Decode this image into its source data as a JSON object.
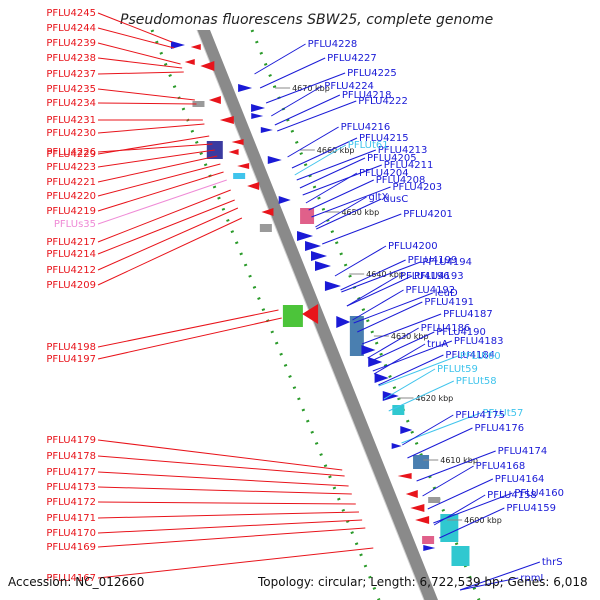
{
  "title": "Pseudomonas fluorescens SBW25, complete genome",
  "accession": "Accession: NC_012660",
  "summary": "Topology: circular; Length: 6,722,539 bp; Genes: 6,018",
  "colors": {
    "reverse_strand": "#e8141b",
    "forward_strand": "#1a1ad6",
    "rna": "#40c4ec",
    "srna": "#ef8ad6",
    "axis": "#888888",
    "dots": "#2a9a2a"
  },
  "ticks": [
    "4670 kbp",
    "4660 kbp",
    "4650 kbp",
    "4640 kbp",
    "4630 kbp",
    "4620 kbp",
    "4610 kbp",
    "4600 kbp"
  ],
  "left_labels": [
    {
      "text": "PFLU4245",
      "kind": "reverse"
    },
    {
      "text": "PFLU4244",
      "kind": "reverse"
    },
    {
      "text": "PFLU4239",
      "kind": "reverse"
    },
    {
      "text": "PFLU4238",
      "kind": "reverse"
    },
    {
      "text": "PFLU4237",
      "kind": "reverse"
    },
    {
      "text": "PFLU4235",
      "kind": "reverse"
    },
    {
      "text": "PFLU4234",
      "kind": "reverse"
    },
    {
      "text": "PFLU4231",
      "kind": "reverse"
    },
    {
      "text": "PFLU4230",
      "kind": "reverse"
    },
    {
      "text": "PFLU4229",
      "kind": "reverse"
    },
    {
      "text": "PFLU4226",
      "kind": "reverse"
    },
    {
      "text": "PFLU4223",
      "kind": "reverse"
    },
    {
      "text": "PFLU4221",
      "kind": "reverse"
    },
    {
      "text": "PFLU4220",
      "kind": "reverse"
    },
    {
      "text": "PFLU4219",
      "kind": "reverse"
    },
    {
      "text": "PFLUs35",
      "kind": "srna"
    },
    {
      "text": "PFLU4217",
      "kind": "reverse"
    },
    {
      "text": "PFLU4214",
      "kind": "reverse"
    },
    {
      "text": "PFLU4212",
      "kind": "reverse"
    },
    {
      "text": "PFLU4209",
      "kind": "reverse"
    },
    {
      "text": "PFLU4198",
      "kind": "reverse"
    },
    {
      "text": "PFLU4197",
      "kind": "reverse"
    },
    {
      "text": "PFLU4179",
      "kind": "reverse"
    },
    {
      "text": "PFLU4178",
      "kind": "reverse"
    },
    {
      "text": "PFLU4177",
      "kind": "reverse"
    },
    {
      "text": "PFLU4173",
      "kind": "reverse"
    },
    {
      "text": "PFLU4172",
      "kind": "reverse"
    },
    {
      "text": "PFLU4171",
      "kind": "reverse"
    },
    {
      "text": "PFLU4170",
      "kind": "reverse"
    },
    {
      "text": "PFLU4169",
      "kind": "reverse"
    },
    {
      "text": "PFLU4167",
      "kind": "reverse"
    }
  ],
  "right_labels": [
    {
      "text": "PFLU4228",
      "kind": "forward"
    },
    {
      "text": "PFLU4227",
      "kind": "forward"
    },
    {
      "text": "PFLU4225",
      "kind": "forward"
    },
    {
      "text": "PFLU4224",
      "kind": "forward"
    },
    {
      "text": "PFLU4218",
      "kind": "forward"
    },
    {
      "text": "PFLU4222",
      "kind": "forward"
    },
    {
      "text": "PFLU4216",
      "kind": "forward"
    },
    {
      "text": "PFLU4215",
      "kind": "forward"
    },
    {
      "text": "PFLU4213",
      "kind": "forward"
    },
    {
      "text": "PFLUt61",
      "kind": "rna"
    },
    {
      "text": "PFLU4205",
      "kind": "forward"
    },
    {
      "text": "PFLU4211",
      "kind": "forward"
    },
    {
      "text": "PFLU4204",
      "kind": "forward"
    },
    {
      "text": "PFLU4208",
      "kind": "forward"
    },
    {
      "text": "PFLU4203",
      "kind": "forward"
    },
    {
      "text": "gltX",
      "kind": "forward"
    },
    {
      "text": "dusC",
      "kind": "forward"
    },
    {
      "text": "PFLU4201",
      "kind": "forward"
    },
    {
      "text": "PFLU4200",
      "kind": "forward"
    },
    {
      "text": "PFLU4199",
      "kind": "forward"
    },
    {
      "text": "PFLU4194",
      "kind": "forward"
    },
    {
      "text": "PFLU4196",
      "kind": "forward"
    },
    {
      "text": "PFLU4193",
      "kind": "forward"
    },
    {
      "text": "leuD",
      "kind": "forward"
    },
    {
      "text": "PFLU4192",
      "kind": "forward"
    },
    {
      "text": "PFLU4191",
      "kind": "forward"
    },
    {
      "text": "PFLU4187",
      "kind": "forward"
    },
    {
      "text": "PFLU4186",
      "kind": "forward"
    },
    {
      "text": "PFLU4190",
      "kind": "forward"
    },
    {
      "text": "PFLU4183",
      "kind": "forward"
    },
    {
      "text": "truA",
      "kind": "forward"
    },
    {
      "text": "PFLU4184",
      "kind": "forward"
    },
    {
      "text": "PFLUt60",
      "kind": "rna"
    },
    {
      "text": "PFLUt59",
      "kind": "rna"
    },
    {
      "text": "PFLUt58",
      "kind": "rna"
    },
    {
      "text": "PFLUt57",
      "kind": "rna"
    },
    {
      "text": "PFLU4175",
      "kind": "forward"
    },
    {
      "text": "PFLU4176",
      "kind": "forward"
    },
    {
      "text": "PFLU4174",
      "kind": "forward"
    },
    {
      "text": "PFLU4168",
      "kind": "forward"
    },
    {
      "text": "PFLU4164",
      "kind": "forward"
    },
    {
      "text": "PFLU4160",
      "kind": "forward"
    },
    {
      "text": "PFLU4158",
      "kind": "forward"
    },
    {
      "text": "PFLU4159",
      "kind": "forward"
    },
    {
      "text": "thrS",
      "kind": "forward"
    },
    {
      "text": "rpmI",
      "kind": "forward"
    }
  ]
}
